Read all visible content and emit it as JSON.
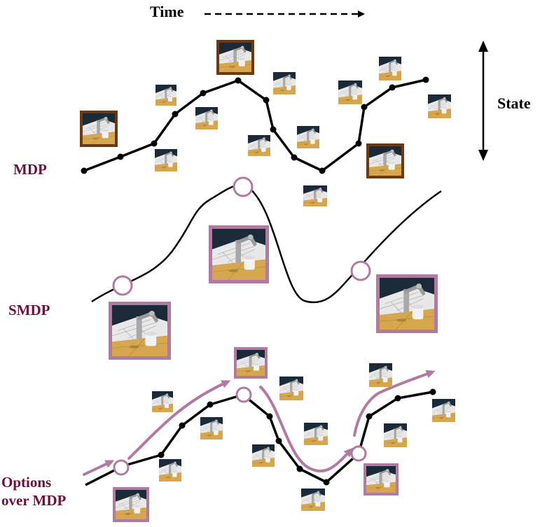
{
  "labels": {
    "time": "Time",
    "state": "State",
    "mdp": "MDP",
    "smdp": "SMDP",
    "options_line1": "Options",
    "options_line2": "over MDP"
  },
  "colors": {
    "label_maroon": "#6b0f3e",
    "option_pink": "#b07aa1",
    "highlight_brown": "#6b3a12",
    "line_black": "#000000",
    "scene_floor": "#d6a74f",
    "scene_wall": "#1a2a38",
    "scene_tile": "#e8e8e8",
    "robot_gray": "#a8a8a8"
  },
  "icons": [
    "robot-arm-scene-icon",
    "time-arrow-icon",
    "state-arrow-icon"
  ]
}
